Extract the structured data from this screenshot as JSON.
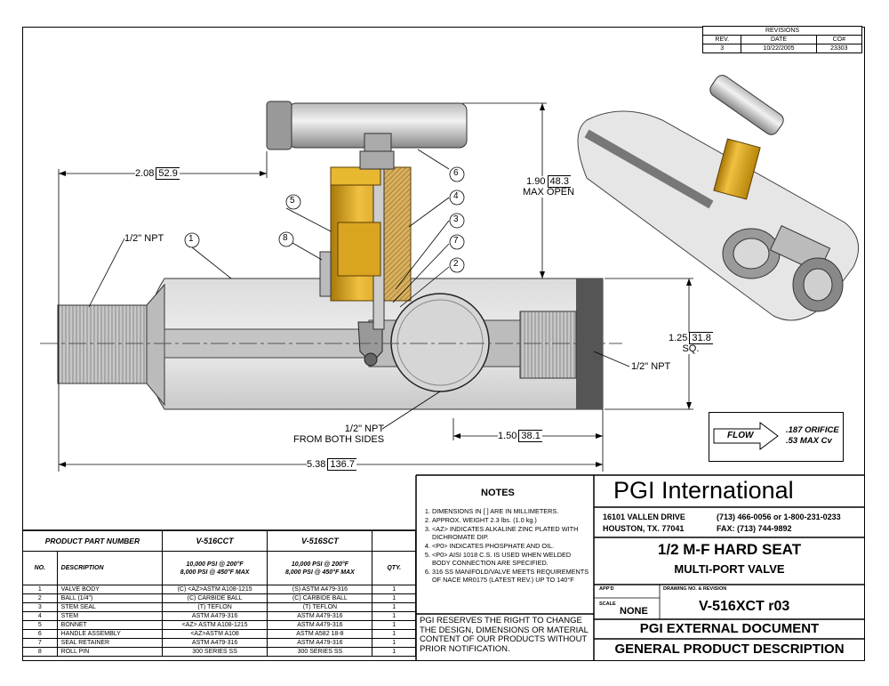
{
  "revisions": {
    "title": "REVISIONS",
    "headers": [
      "REV.",
      "DATE",
      "CO#"
    ],
    "row": [
      "3",
      "10/22/2005",
      "23303"
    ]
  },
  "dimensions": {
    "d1": "2.08",
    "d1_mm": "52.9",
    "d2": "1.90",
    "d2_mm": "48.3",
    "d2_note": "MAX OPEN",
    "d3": "1.25",
    "d3_mm": "31.8",
    "d3_note": "SQ.",
    "d4": "1.50",
    "d4_mm": "38.1",
    "d5": "5.38",
    "d5_mm": "136.7"
  },
  "callouts": {
    "npt_left": "1/2\" NPT",
    "npt_right": "1/2\" NPT",
    "npt_bottom_1": "1/2\" NPT",
    "npt_bottom_2": "FROM BOTH SIDES",
    "balloons": [
      "1",
      "2",
      "3",
      "4",
      "5",
      "6",
      "7",
      "8"
    ]
  },
  "flow": {
    "label": "FLOW",
    "orifice": ".187 ORIFICE",
    "cv": ".53 MAX Cv"
  },
  "parts_table": {
    "header_left": "PRODUCT PART NUMBER",
    "part_a": "V-516CCT",
    "part_b": "V-516SCT",
    "col_no": "NO.",
    "col_desc": "DESCRIPTION",
    "rating_a_1": "10,000 PSI @ 200°F",
    "rating_a_2": "8,000 PSI @ 450°F MAX",
    "rating_b_1": "10,000 PSI @ 200°F",
    "rating_b_2": "8,000 PSI @ 450°F MAX",
    "col_qty": "QTY.",
    "rows": [
      {
        "no": "1",
        "desc": "VALVE BODY",
        "a": "(C) <AZ>ASTM A108-1215",
        "b": "(S)   ASTM A479-316",
        "qty": "1"
      },
      {
        "no": "2",
        "desc": "BALL (1/4\")",
        "a": "(C)     CARBIDE BALL",
        "b": "(C)     CARBIDE BALL",
        "qty": "1"
      },
      {
        "no": "3",
        "desc": "STEM SEAL",
        "a": "(T)   TEFLON",
        "b": "(T)   TEFLON",
        "qty": "1"
      },
      {
        "no": "4",
        "desc": "STEM",
        "a": "ASTM A479-316",
        "b": "ASTM A479-316",
        "qty": "1"
      },
      {
        "no": "5",
        "desc": "BONNET",
        "a": "<AZ> ASTM A108-1215",
        "b": "ASTM A479-316",
        "qty": "1"
      },
      {
        "no": "6",
        "desc": "HANDLE ASSEMBLY",
        "a": "<AZ>ASTM A108",
        "b": "ASTM A582 18-8",
        "qty": "1"
      },
      {
        "no": "7",
        "desc": "SEAL RETAINER",
        "a": "ASTM A479-316",
        "b": "ASTM A479-316",
        "qty": "1"
      },
      {
        "no": "8",
        "desc": "ROLL PIN",
        "a": "300 SERIES SS",
        "b": "300 SERIES SS",
        "qty": "1"
      }
    ]
  },
  "notes": {
    "title": "NOTES",
    "items": [
      "DIMENSIONS IN [  ] ARE IN MILLIMETERS.",
      "APPROX. WEIGHT 2.3 lbs. (1.0 kg.)",
      "<AZ> INDICATES ALKALINE ZINC PLATED WITH DICHROMATE DIP.",
      "<P0> INDICATES PHOSPHATE AND OIL.",
      "<P0> AISI 1018 C.S. IS USED WHEN WELDED BODY CONNECTION ARE SPECIFIED.",
      "316 SS MANIFOLD/VALVE MEETS REQUIREMENTS OF NACE MR0175 (LATEST REV.) UP TO 140°F"
    ],
    "disclaimer": "PGI RESERVES THE RIGHT TO CHANGE THE DESIGN, DIMENSIONS OR MATERIAL CONTENT OF OUR PRODUCTS WITHOUT PRIOR NOTIFICATION."
  },
  "title_block": {
    "company": "PGI International",
    "address_1": "16101 VALLEN DRIVE",
    "address_2": "HOUSTON, TX. 77041",
    "phone": "(713) 466-0056 or 1-800-231-0233",
    "fax": "FAX: (713) 744-9892",
    "title_1": "1/2 M-F HARD SEAT",
    "title_2": "MULTI-PORT VALVE",
    "appd_label": "APP'D",
    "drawing_label": "DRAWING NO. & REVISION",
    "scale_label": "SCALE",
    "scale_value": "NONE",
    "drawing_no": "V-516XCT r03",
    "doc_type": "PGI EXTERNAL DOCUMENT",
    "doc_desc": "GENERAL PRODUCT DESCRIPTION"
  }
}
